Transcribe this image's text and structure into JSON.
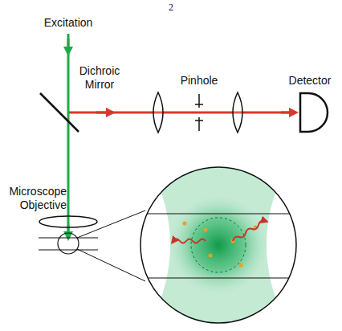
{
  "diagram": {
    "labels": [
      "2",
      "Excitation",
      "Dichroic Mirror",
      "Pinhole",
      "Detector",
      "Microscope Objective"
    ]
  }
}
